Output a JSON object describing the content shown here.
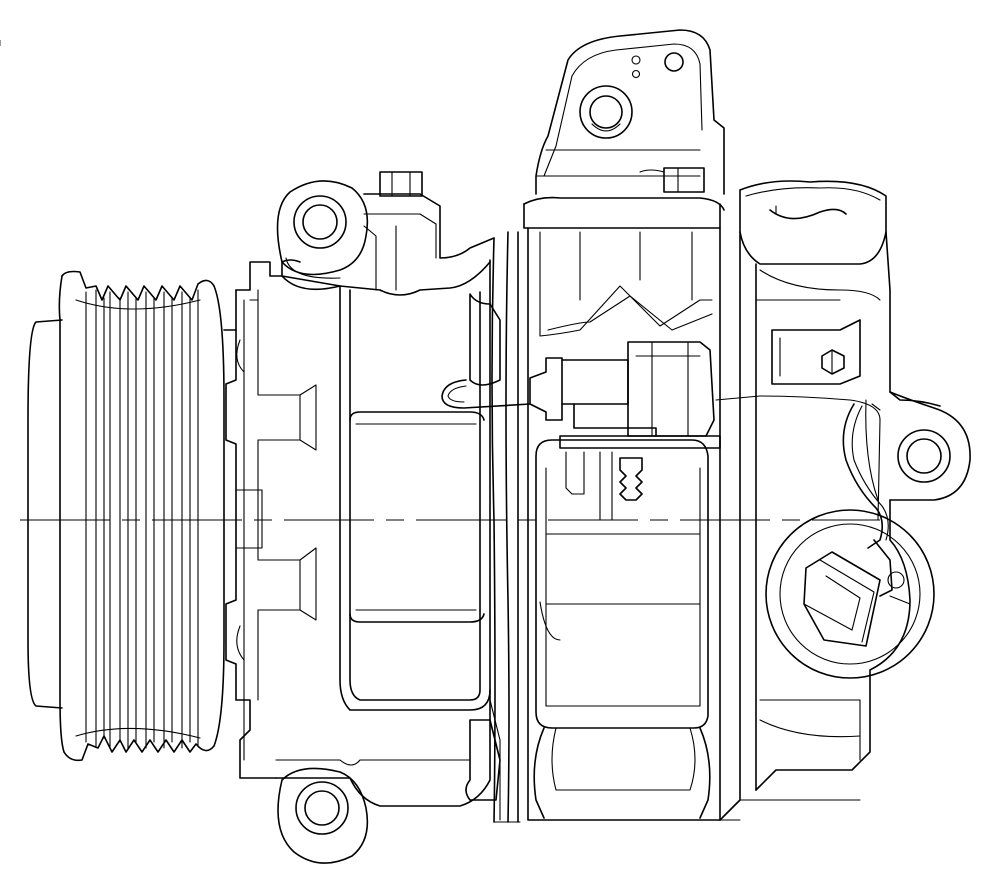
{
  "drawing": {
    "subject": "",
    "colors": {
      "line": "#000000",
      "background": "#ffffff"
    },
    "components": [
      "pulley",
      "clutch-hub",
      "front-housing",
      "mounting-ear",
      "rear-head",
      "electrical-connector",
      "pressure-switch",
      "service-port",
      "mounting-bracket"
    ]
  }
}
